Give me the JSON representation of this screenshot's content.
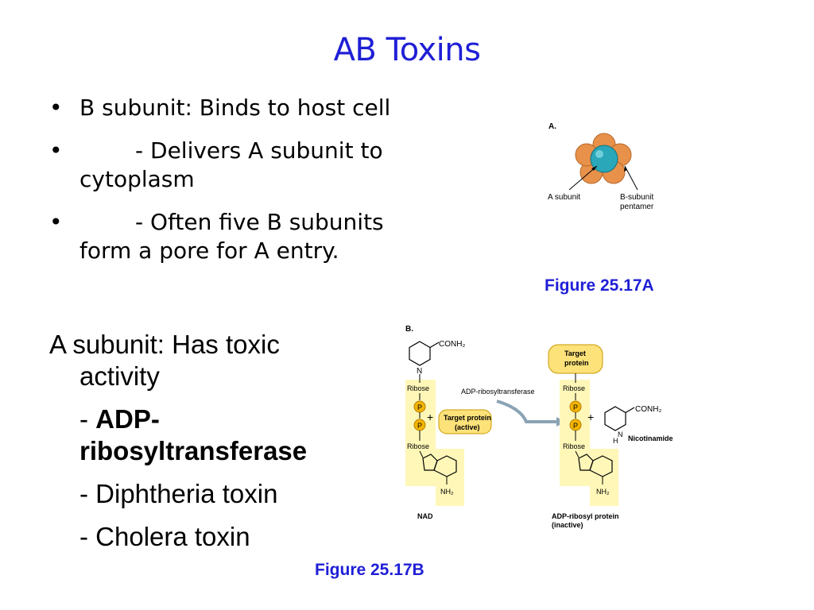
{
  "slide": {
    "title": "AB Toxins",
    "bullets": [
      {
        "marker": "•",
        "first": "B subunit: Binds to host cell",
        "cont": ""
      },
      {
        "marker": "•",
        "first": "- Delivers A subunit to",
        "cont": "cytoplasm"
      },
      {
        "marker": "•",
        "first": "- Often five B subunits",
        "cont": "form a pore for A entry."
      }
    ],
    "a_subunit": {
      "line1": "A subunit: Has toxic",
      "line2": "activity",
      "adp_prefix": "- ",
      "adp_bold_1": "ADP-",
      "adp_bold_2": "ribosyltransferase",
      "item2": "- Diphtheria toxin",
      "item3": "- Cholera toxin"
    }
  },
  "figure_a": {
    "panel_letter": "A.",
    "label_a": "A subunit",
    "label_b_1": "B-subunit",
    "label_b_2": "pentamer",
    "caption": "Figure 25.17A",
    "colors": {
      "b_subunit": "#e8914a",
      "a_subunit": "#2aa7b8"
    }
  },
  "figure_b": {
    "panel_letter": "B.",
    "conh2": "CONH₂",
    "n": "N",
    "ribose": "Ribose",
    "p": "P",
    "nh2": "NH₂",
    "nad": "NAD",
    "enzyme": "ADP-ribosyltransferase",
    "target_active_1": "Target protein",
    "target_active_2": "(active)",
    "target_1": "Target",
    "target_2": "protein",
    "nicotinamide": "Nicotinamide",
    "h": "H",
    "product_1": "ADP-ribosyl protein",
    "product_2": "(inactive)",
    "plus": "+",
    "caption": "Figure 25.17B",
    "colors": {
      "panel": "#fff7b8",
      "phosphate": "#f4b400",
      "target": "#fde27a",
      "arrow": "#8aa3b5"
    }
  }
}
